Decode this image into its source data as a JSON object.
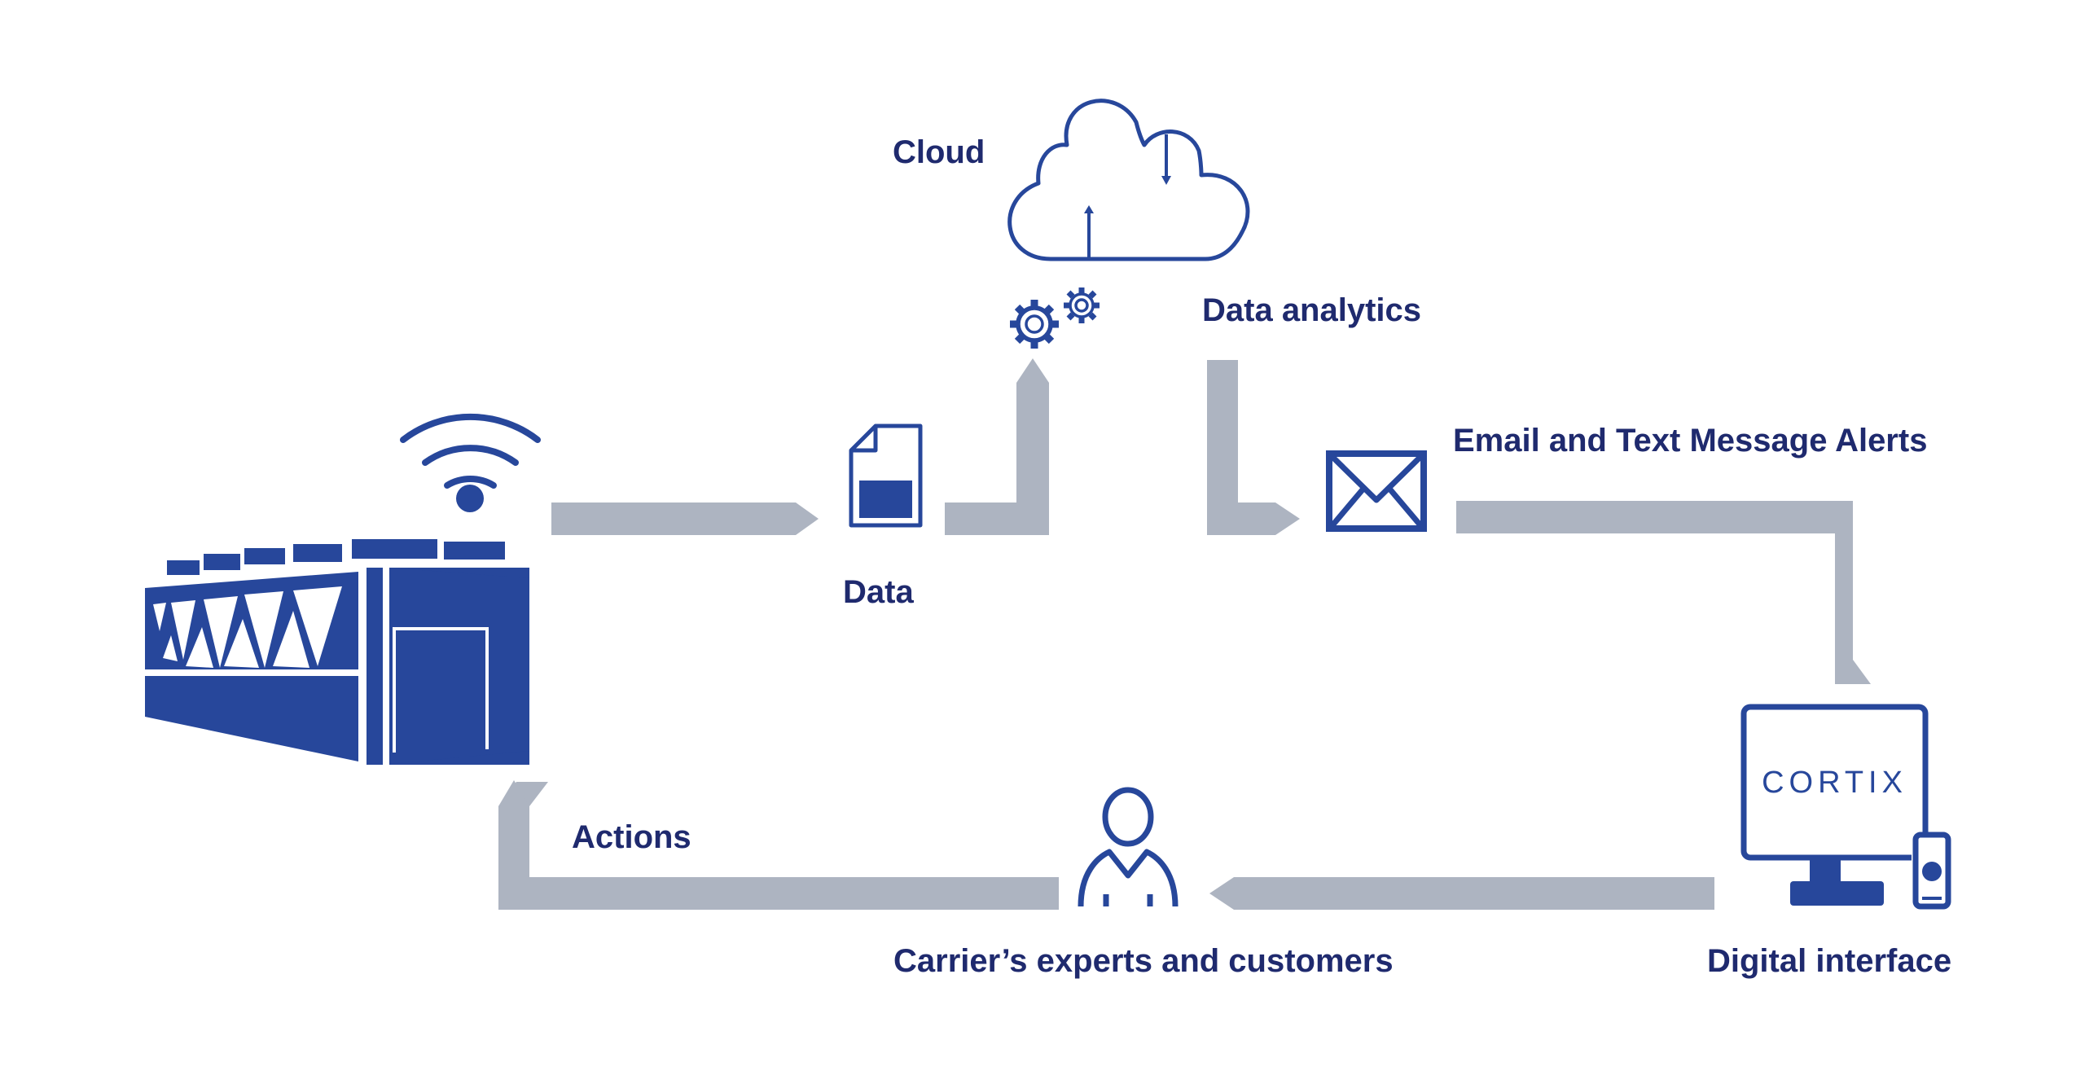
{
  "labels": {
    "cloud": "Cloud",
    "data_analytics": "Data analytics",
    "email_alerts": "Email and Text Message Alerts",
    "data": "Data",
    "actions": "Actions",
    "experts": "Carrier’s experts and customers",
    "digital_interface": "Digital interface",
    "cortix_logo": "CORTIX"
  },
  "colors": {
    "primary": "#27479b",
    "label_text": "#1f2a6e",
    "arrow": "#adb4c1",
    "background": "#ffffff"
  },
  "icons": [
    "wifi-icon",
    "cooling-tower-icon",
    "data-file-icon",
    "gears-icon",
    "cloud-icon",
    "envelope-icon",
    "person-icon",
    "monitor-icon",
    "smartphone-icon"
  ]
}
